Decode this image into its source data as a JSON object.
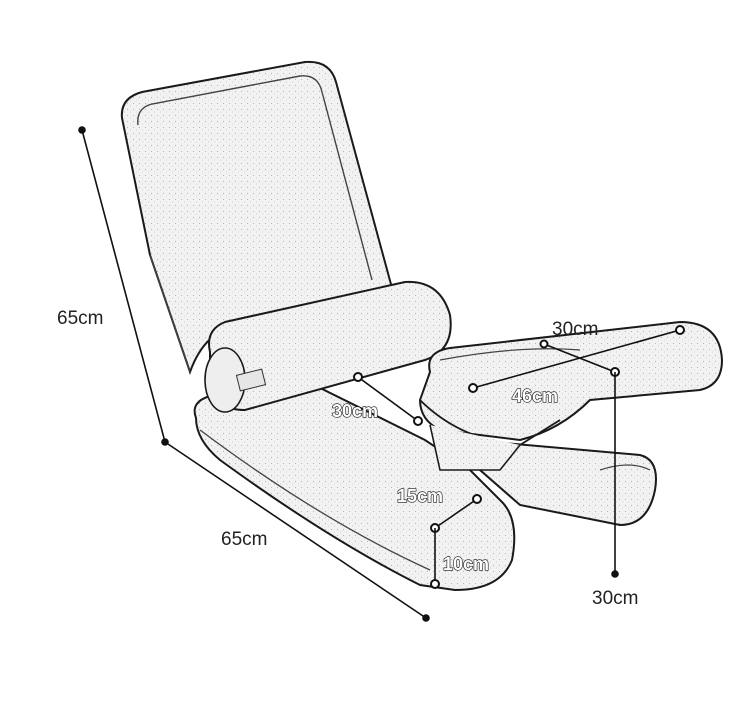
{
  "dimensions": {
    "back_height": "65cm",
    "seat_depth": "65cm",
    "pillow_length": "30cm",
    "armrest_width": "30cm",
    "armrest_length": "46cm",
    "armrest_height": "30cm",
    "leg_width": "15cm",
    "leg_height": "10cm"
  },
  "colors": {
    "outline": "#1a1a1a",
    "fabric_fill": "#f4f4f4",
    "dimension_line": "#111111"
  }
}
